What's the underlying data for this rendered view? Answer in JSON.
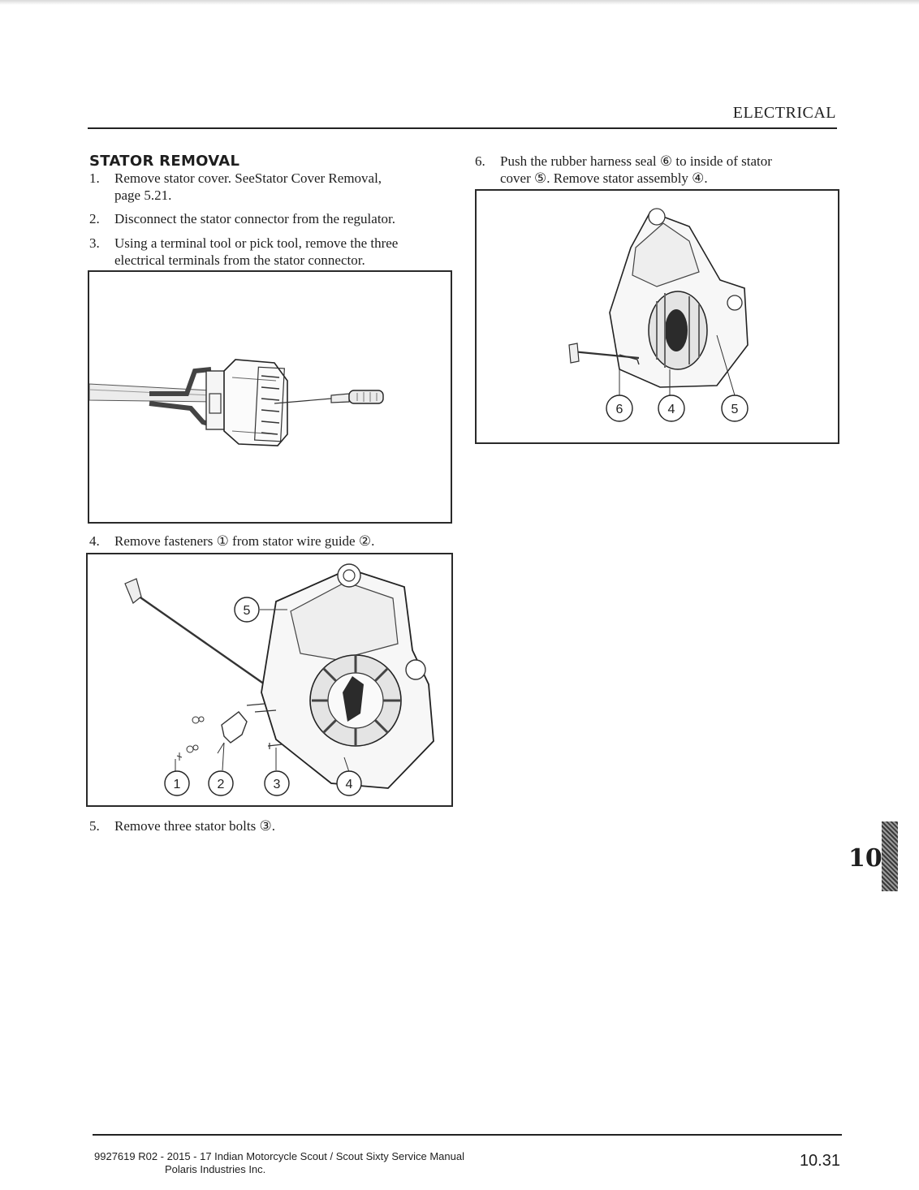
{
  "header": {
    "section": "ELECTRICAL"
  },
  "heading": "STATOR REMOVAL",
  "steps": [
    {
      "num": "1.",
      "line1": "Remove stator cover. SeeStator Cover Removal,",
      "line2": "page 5.21."
    },
    {
      "num": "2.",
      "line1": "Disconnect the stator connector from the regulator."
    },
    {
      "num": "3.",
      "line1": "Using a terminal tool or pick tool, remove the three",
      "line2": "electrical terminals from the stator connector."
    },
    {
      "num": "4.",
      "line1": "Remove fasteners ① from stator wire guide ②."
    },
    {
      "num": "5.",
      "line1": "Remove three stator bolts ③."
    },
    {
      "num": "6.",
      "line1": "Push the rubber harness seal ⑥ to inside of stator",
      "line2": "cover ⑤. Remove stator assembly ④."
    }
  ],
  "figure_b_callouts": [
    "1",
    "2",
    "3",
    "4",
    "5"
  ],
  "figure_c_callouts": [
    "6",
    "4",
    "5"
  ],
  "chapter_tab": "10",
  "footer": {
    "line1": "9927619 R02 - 2015 - 17 Indian Motorcycle Scout / Scout Sixty Service Manual",
    "line2": "Polaris Industries Inc."
  },
  "page_number": "10.31"
}
